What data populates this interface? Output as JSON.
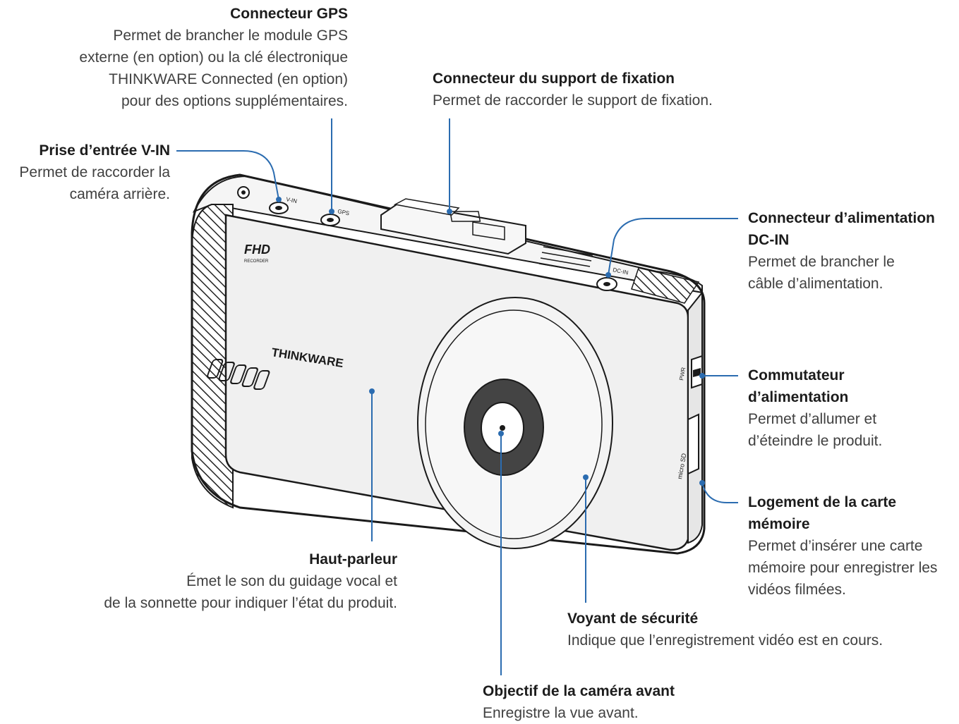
{
  "device": {
    "brand": "THINKWARE",
    "badge_main": "FHD",
    "badge_sub": "RECORDER",
    "port_vin": "V-IN",
    "port_gps": "GPS",
    "port_dcin": "DC-IN",
    "switch_label": "PWR",
    "slot_label": "micro SD"
  },
  "callouts": {
    "gps": {
      "title": "Connecteur GPS",
      "desc": "Permet de brancher le module GPS\nexterne (en option) ou la clé électronique\nTHINKWARE Connected (en option)\npour des options supplémentaires."
    },
    "mount": {
      "title": "Connecteur du support de fixation",
      "desc": "Permet de raccorder le support de fixation."
    },
    "vin": {
      "title": "Prise d’entrée V-IN",
      "desc": "Permet de raccorder la\ncaméra arrière."
    },
    "dcin": {
      "title": "Connecteur d’alimentation\nDC-IN",
      "desc": "Permet de brancher le\ncâble d’alimentation."
    },
    "power": {
      "title": "Commutateur\nd’alimentation",
      "desc": "Permet d’allumer et\nd’éteindre le produit."
    },
    "sd": {
      "title": "Logement de la carte mémoire",
      "desc": "Permet d’insérer une carte\nmémoire pour enregistrer les\nvidéos filmées."
    },
    "speaker": {
      "title": "Haut-parleur",
      "desc": "Émet le son du guidage vocal et\nde la sonnette pour indiquer l’état du produit."
    },
    "led": {
      "title": "Voyant de sécurité",
      "desc": "Indique que l’enregistrement vidéo est en cours."
    },
    "lens": {
      "title": "Objectif de la caméra avant",
      "desc": "Enregistre la vue avant."
    }
  },
  "colors": {
    "leader": "#2b6cb0",
    "outline": "#1a1a1a",
    "body": "#f2f2f2",
    "lens_dark": "#444444"
  }
}
